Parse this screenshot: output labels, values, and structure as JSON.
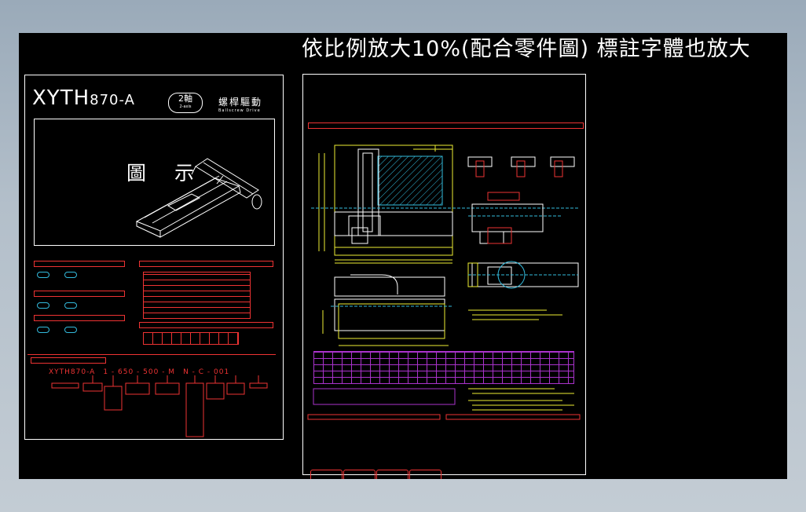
{
  "annotation": {
    "note": "依比例放大10%(配合零件圖) 標註字體也放大"
  },
  "left_sheet": {
    "model_prefix": "XYTH",
    "model_suffix": "870-A",
    "axes_label": "2軸",
    "axes_sub": "2-axis",
    "drive_label": "螺桿驅動",
    "drive_sub": "Ballscrew Drive",
    "figure_label": "圖 示",
    "ordering_code": "XYTH870-A　1 - 650 - 500 - M　N - C - 001"
  },
  "colors": {
    "canvas": "#000000",
    "outline": "#ffffff",
    "section": "#ee3333",
    "dimension": "#eeee33",
    "centerline": "#33bbdd",
    "table": "#aa33cc"
  }
}
